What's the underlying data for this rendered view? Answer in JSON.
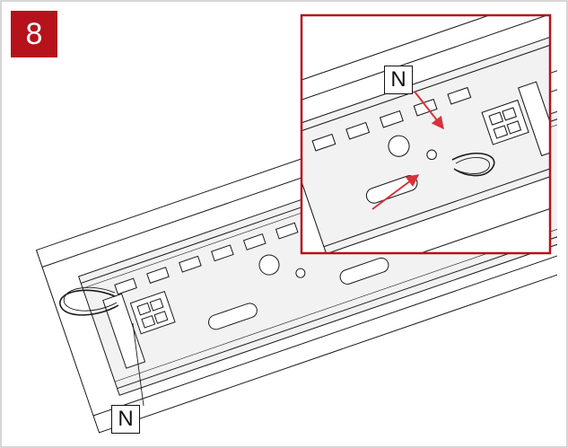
{
  "step": {
    "number": "8"
  },
  "labels": {
    "neutral_bottom": "N",
    "neutral_inset": "N"
  },
  "colors": {
    "accent": "#b5121b",
    "frame": "#c8c8c8",
    "line": "#1a1a1a",
    "arrow": "#d9303b"
  },
  "icons": {
    "arrow": "arrow-icon"
  }
}
